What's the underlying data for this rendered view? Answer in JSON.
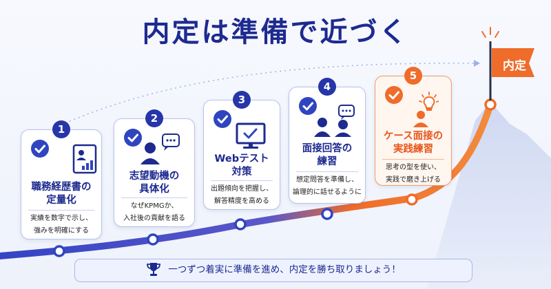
{
  "title": "内定は準備で近づく",
  "goal_label": "内定",
  "colors": {
    "navy": "#1d2a8f",
    "blue": "#2f45c0",
    "orange": "#ef6c2a"
  },
  "steps": [
    {
      "number": "1",
      "title_line1": "職務経歴書の",
      "title_line2": "定量化",
      "desc_line1": "実績を数字で示し、",
      "desc_line2": "強みを明確にする",
      "icon": "resume-chart-icon"
    },
    {
      "number": "2",
      "title_line1": "志望動機の",
      "title_line2": "具体化",
      "desc_line1": "なぜKPMGか、",
      "desc_line2": "入社後の貢献を語る",
      "icon": "person-speech-icon"
    },
    {
      "number": "3",
      "title_line1": "Webテスト",
      "title_line2": "対策",
      "desc_line1": "出題傾向を把握し、",
      "desc_line2": "解答精度を高める",
      "icon": "monitor-check-icon"
    },
    {
      "number": "4",
      "title_line1": "面接回答の",
      "title_line2": "練習",
      "desc_line1": "想定問答を準備し、",
      "desc_line2": "論理的に話せるように",
      "icon": "interview-icon"
    },
    {
      "number": "5",
      "title_line1": "ケース面接の",
      "title_line2": "実践練習",
      "desc_line1": "思考の型を使い、",
      "desc_line2": "実践で磨き上げる",
      "icon": "lightbulb-person-icon"
    }
  ],
  "banner": {
    "text": "一つずつ着実に準備を進め、内定を勝ち取りましょう！",
    "icon": "trophy-icon"
  }
}
